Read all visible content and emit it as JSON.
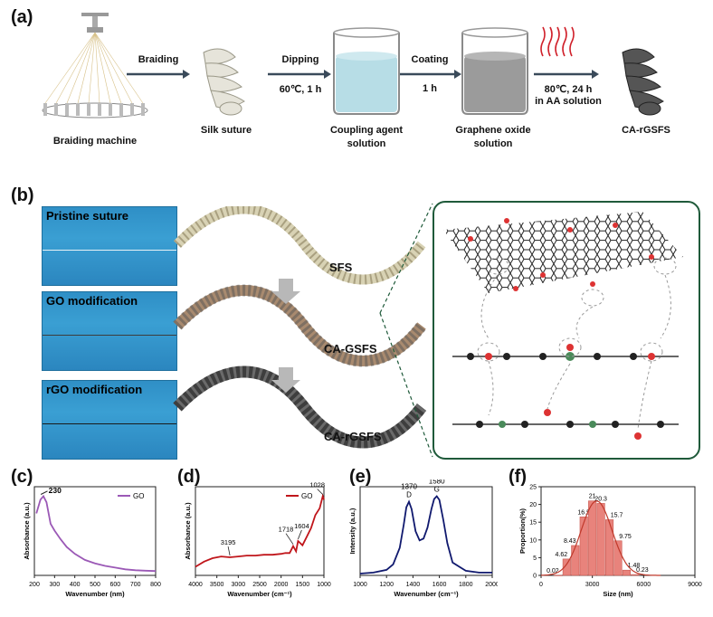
{
  "panel_labels": {
    "a": "(a)",
    "b": "(b)",
    "c": "(c)",
    "d": "(d)",
    "e": "(e)",
    "f": "(f)"
  },
  "panel_a": {
    "steps": [
      "Braiding",
      "Dipping",
      "Coating"
    ],
    "step_sub": [
      "60℃, 1 h",
      "1 h",
      "80℃, 24 h",
      "in AA solution"
    ],
    "captions": [
      "Braiding machine",
      "Silk suture",
      "Coupling agent",
      "solution",
      "Graphene oxide",
      "solution",
      "CA-rGSFS"
    ]
  },
  "panel_b": {
    "photo_titles": [
      "Pristine suture",
      "GO modification",
      "rGO modification"
    ],
    "suture_labels": [
      "SFS",
      "CA-GSFS",
      "CA-rGSFS"
    ]
  },
  "chart_data": [
    {
      "id": "c",
      "type": "line",
      "legend": "GO",
      "xlabel": "Wavenumber (nm)",
      "ylabel": "Absorbance (a.u.)",
      "xlim": [
        200,
        800
      ],
      "xticks": [
        200,
        300,
        400,
        500,
        600,
        700,
        800
      ],
      "x": [
        210,
        230,
        245,
        260,
        280,
        300,
        330,
        360,
        400,
        450,
        500,
        550,
        600,
        650,
        700,
        750,
        800
      ],
      "y": [
        0.72,
        0.88,
        0.92,
        0.85,
        0.6,
        0.52,
        0.42,
        0.33,
        0.25,
        0.18,
        0.14,
        0.11,
        0.09,
        0.07,
        0.06,
        0.055,
        0.05
      ],
      "annotation": "230",
      "color": "#9b59b6"
    },
    {
      "id": "d",
      "type": "line",
      "legend": "GO",
      "xlabel": "Wavenumber (cm⁻¹)",
      "ylabel": "Absorbance (a.u.)",
      "xlim": [
        4000,
        1000
      ],
      "reversed": true,
      "xticks": [
        4000,
        3500,
        3000,
        2500,
        2000,
        1500,
        1000
      ],
      "x": [
        4000,
        3800,
        3600,
        3400,
        3200,
        3000,
        2800,
        2600,
        2400,
        2200,
        2000,
        1900,
        1800,
        1718,
        1650,
        1604,
        1500,
        1400,
        1300,
        1200,
        1100,
        1028,
        1000
      ],
      "y": [
        0.1,
        0.16,
        0.2,
        0.22,
        0.21,
        0.22,
        0.23,
        0.23,
        0.24,
        0.24,
        0.25,
        0.26,
        0.26,
        0.34,
        0.28,
        0.4,
        0.35,
        0.45,
        0.55,
        0.7,
        0.78,
        0.92,
        0.88
      ],
      "annotations": [
        "3195",
        "1718",
        "1604",
        "1028"
      ],
      "color": "#c0161b"
    },
    {
      "id": "e",
      "type": "line",
      "xlabel": "Wavenumber (cm⁻¹)",
      "ylabel": "Intensity (a.u.)",
      "xlim": [
        1000,
        2000
      ],
      "xticks": [
        1000,
        1200,
        1400,
        1600,
        1800,
        2000
      ],
      "x": [
        1000,
        1100,
        1200,
        1250,
        1300,
        1330,
        1350,
        1370,
        1390,
        1420,
        1450,
        1480,
        1510,
        1540,
        1560,
        1580,
        1600,
        1630,
        1660,
        1700,
        1800,
        1900,
        2000
      ],
      "y": [
        0.02,
        0.03,
        0.06,
        0.12,
        0.3,
        0.55,
        0.74,
        0.8,
        0.72,
        0.48,
        0.38,
        0.4,
        0.52,
        0.72,
        0.83,
        0.86,
        0.82,
        0.6,
        0.35,
        0.14,
        0.05,
        0.03,
        0.03
      ],
      "annotations": [
        "1370",
        "D",
        "1580",
        "G"
      ],
      "color": "#10196e"
    },
    {
      "id": "f",
      "type": "bar",
      "xlabel": "Size (nm)",
      "ylabel": "Proportion(%)",
      "xlim": [
        0,
        9000
      ],
      "xticks": [
        0,
        3000,
        6000,
        9000
      ],
      "ylim": [
        0,
        25
      ],
      "yticks": [
        0,
        5,
        10,
        15,
        20,
        25
      ],
      "categories": [
        1000,
        1500,
        2000,
        2500,
        3000,
        3500,
        4000,
        4500,
        5000,
        5500
      ],
      "values": [
        0.02,
        4.62,
        8.43,
        16.5,
        21,
        20.3,
        15.7,
        9.75,
        1.48,
        0.23
      ],
      "labels": [
        "0.02",
        "4.62",
        "8.43",
        "16.5",
        "21",
        "20.3",
        "15.7",
        "9.75",
        "1.48",
        "0.23"
      ],
      "color": "#e8837c"
    }
  ]
}
